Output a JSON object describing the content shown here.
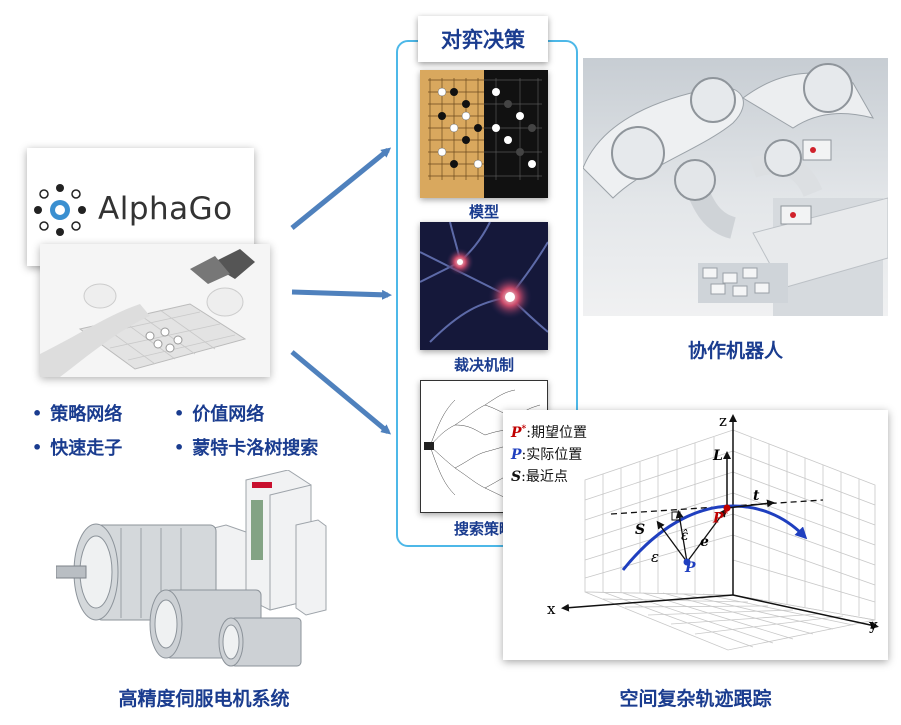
{
  "alphago": {
    "logo_text": "AlphaGo",
    "bullets": [
      "策略网络",
      "价值网络",
      "快速走子",
      "蒙特卡洛树搜索"
    ]
  },
  "center": {
    "title": "对弈决策",
    "items": [
      {
        "label": "模型"
      },
      {
        "label": "裁决机制"
      },
      {
        "label": "搜索策略"
      }
    ]
  },
  "robot": {
    "label": "协作机器人"
  },
  "motor": {
    "label": "高精度伺服电机系统"
  },
  "trajectory": {
    "label": "空间复杂轨迹跟踪",
    "legend": [
      {
        "symbol": "P*",
        "text": ":期望位置",
        "color": "#c00000"
      },
      {
        "symbol": "P",
        "text": ":实际位置",
        "color": "#1f3fbf"
      },
      {
        "symbol": "S",
        "text": ":最近点",
        "color": "#111111"
      }
    ],
    "axes": {
      "x": "x",
      "y": "y",
      "z": "z"
    },
    "vector_labels": {
      "L": "L",
      "t": "t",
      "S": "S",
      "e": "e",
      "eps": "ε",
      "eps_hat": "ε̂",
      "p_star": "P*",
      "p": "P"
    }
  },
  "colors": {
    "accent": "#1a3c8f",
    "frame": "#4db8e8",
    "arrow": "#4f81bd",
    "curve": "#1f3fbf",
    "target": "#c00000"
  }
}
